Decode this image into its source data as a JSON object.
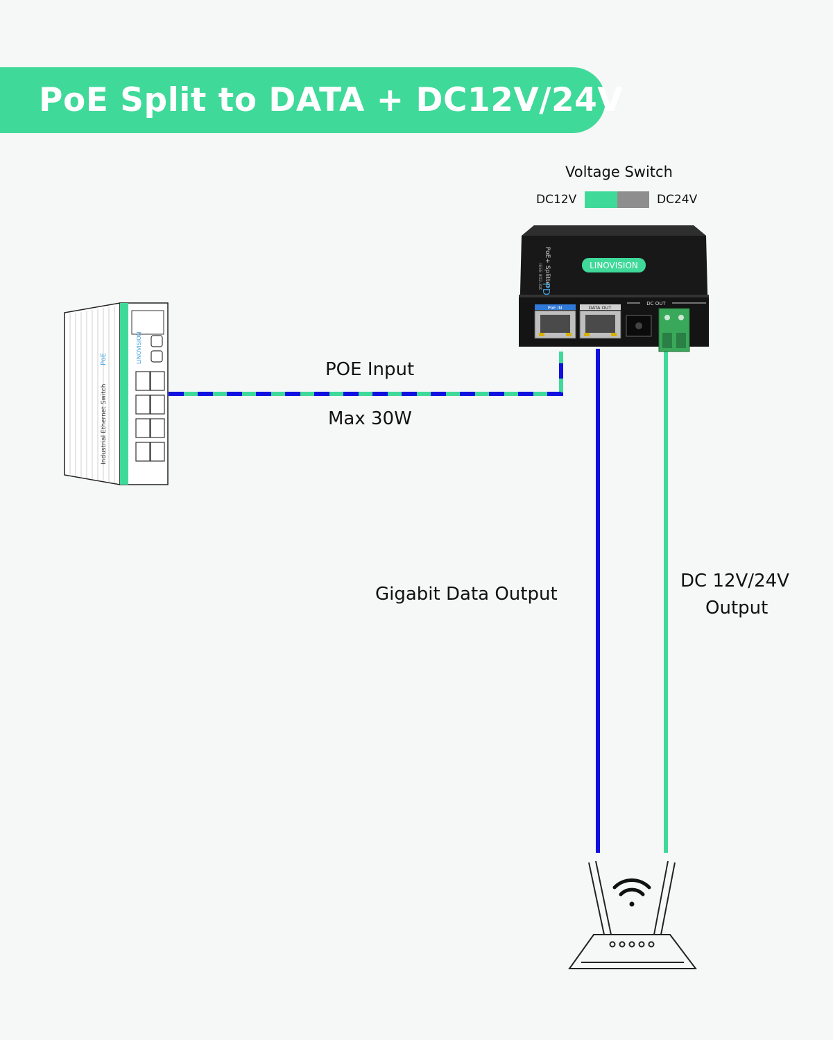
{
  "banner": {
    "title": "PoE Split to DATA + DC12V/24V"
  },
  "voltage_switch": {
    "title": "Voltage Switch",
    "left_label": "DC12V",
    "right_label": "DC24V",
    "selected": "DC12V"
  },
  "links": {
    "poe_input_label": "POE Input",
    "max_power_label": "Max 30W",
    "data_output_label": "Gigabit Data Output",
    "dc_output_label_line1": "DC 12V/24V",
    "dc_output_label_line2": "Output"
  },
  "splitter": {
    "brand": "LINOVISION",
    "product_label": "PoE+ Splitter",
    "product_sub": "IEEE 802.3at",
    "product_mark": "PD",
    "port_poe_in": "PoE IN",
    "port_data_out": "DATA OUT",
    "port_dc_out": "DC OUT"
  },
  "switch_device": {
    "brand": "LINOVISION",
    "model_text": "Industrial Ethernet Switch",
    "poe_text": "PoE"
  },
  "colors": {
    "accent_green": "#3fd999",
    "cable_blue": "#1010e0",
    "switch_off_gray": "#8e8e8e",
    "device_black": "#1c1c1c"
  }
}
